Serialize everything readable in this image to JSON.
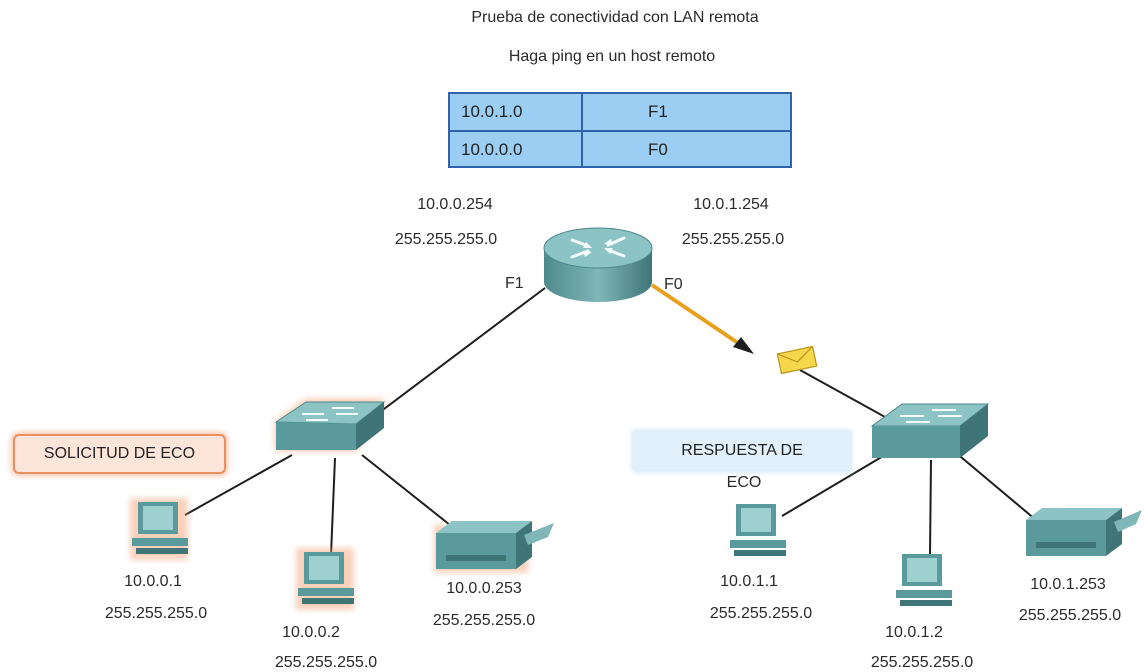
{
  "title": {
    "line1": "Prueba de conectividad con LAN remota",
    "line2": "Haga ping en un host remoto"
  },
  "routing_table": [
    {
      "network": "10.0.1.0",
      "interface": "F1"
    },
    {
      "network": "10.0.0.0",
      "interface": "F0"
    }
  ],
  "router": {
    "left_ip": "10.0.0.254",
    "left_mask": "255.255.255.0",
    "right_ip": "10.0.1.254",
    "right_mask": "255.255.255.0",
    "port_left": "F1",
    "port_right": "F0"
  },
  "lan_left": {
    "status_label": "SOLICITUD DE ECO",
    "hosts": [
      {
        "ip": "10.0.0.1",
        "mask": "255.255.255.0"
      },
      {
        "ip": "10.0.0.2",
        "mask": "255.255.255.0"
      },
      {
        "ip": "10.0.0.253",
        "mask": "255.255.255.0"
      }
    ]
  },
  "lan_right": {
    "status_label_line1": "RESPUESTA DE",
    "status_label_line2": "ECO",
    "hosts": [
      {
        "ip": "10.0.1.1",
        "mask": "255.255.255.0"
      },
      {
        "ip": "10.0.1.2",
        "mask": "255.255.255.0"
      },
      {
        "ip": "10.0.1.253",
        "mask": "255.255.255.0"
      }
    ]
  },
  "colors": {
    "device_teal": "#5a9a9c",
    "table_fill": "#9ccdf2",
    "table_border": "#2f62a8",
    "active_link": "#e8a11c",
    "request_glow": "#f29a6a",
    "envelope": "#f6d64a"
  }
}
